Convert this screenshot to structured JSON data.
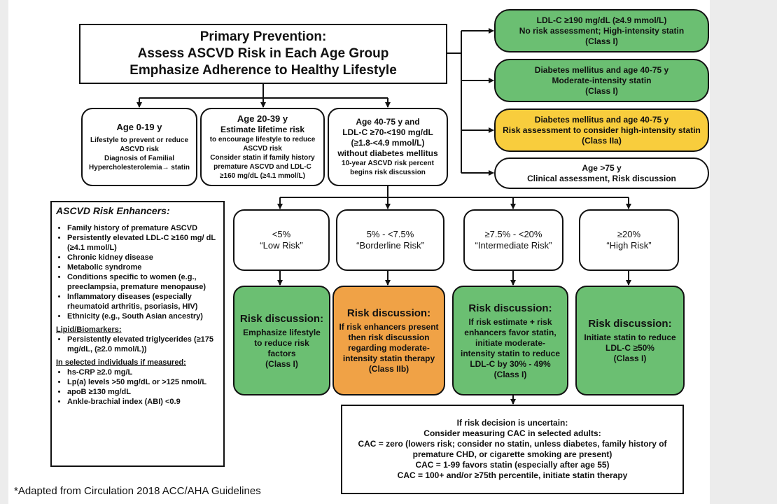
{
  "main": {
    "line1": "Primary Prevention:",
    "line2": "Assess ASCVD Risk in Each Age Group",
    "line3": "Emphasize Adherence to Healthy Lifestyle"
  },
  "right_column": [
    {
      "lines": [
        "LDL-C ≥190 mg/dL (≥4.9 mmol/L)",
        "No risk assessment; High-intensity statin",
        "(Class I)"
      ],
      "color": "#6bbf72"
    },
    {
      "lines": [
        "Diabetes mellitus and age 40-75 y",
        "Moderate-intensity statin",
        "(Class I)"
      ],
      "color": "#6bbf72"
    },
    {
      "lines": [
        "Diabetes mellitus and age 40-75 y",
        "Risk assessment to consider high-intensity statin",
        "(Class IIa)"
      ],
      "color": "#f8cd3d"
    },
    {
      "lines": [
        "Age >75 y",
        "Clinical assessment, Risk discussion"
      ],
      "color": "#ffffff"
    }
  ],
  "age_boxes": {
    "a0": {
      "title": "Age 0-19 y",
      "lines": [
        "Lifestyle to prevent or reduce",
        "ASCVD risk",
        "Diagnosis of Familial",
        "Hypercholesterolemia→ statin"
      ]
    },
    "a20": {
      "title": "Age 20-39 y",
      "subtitle": "Estimate lifetime risk",
      "lines": [
        "to encourage lifestyle to reduce",
        "ASCVD risk",
        "Consider statin if family history",
        "premature ASCVD and LDL-C",
        "≥160 mg/dL (≥4.1 mmol/L)"
      ]
    },
    "a40": {
      "big": [
        "Age 40-75 y and",
        "LDL-C ≥70-<190 mg/dL",
        "(≥1.8-<4.9 mmol/L)",
        "without diabetes mellitus"
      ],
      "lines": [
        "10-year ASCVD risk percent",
        "begins risk discussion"
      ]
    }
  },
  "risk_levels": [
    {
      "range": "<5%",
      "label": "“Low Risk”"
    },
    {
      "range": "5% - <7.5%",
      "label": "“Borderline Risk”"
    },
    {
      "range": "≥7.5% - <20%",
      "label": "“Intermediate Risk”"
    },
    {
      "range": "≥20%",
      "label": "“High Risk”"
    }
  ],
  "discussions": [
    {
      "title": "Risk discussion:",
      "lines": [
        "Emphasize lifestyle",
        "to reduce risk",
        "factors",
        "(Class I)"
      ],
      "color": "#6bbf72"
    },
    {
      "title": "Risk discussion:",
      "lines": [
        "If risk enhancers present",
        "then risk discussion",
        "regarding moderate-",
        "intensity statin therapy",
        "(Class IIb)"
      ],
      "color": "#f0a246"
    },
    {
      "title": "Risk discussion:",
      "lines": [
        "If risk estimate + risk",
        "enhancers favor statin,",
        "initiate moderate-",
        "intensity statin to reduce",
        "LDL-C by 30% - 49%",
        "(Class I)"
      ],
      "color": "#6bbf72"
    },
    {
      "title": "Risk discussion:",
      "lines": [
        "Initiate statin to reduce",
        "LDL-C ≥50%",
        "(Class I)"
      ],
      "color": "#6bbf72"
    }
  ],
  "enhancers": {
    "title": "ASCVD Risk Enhancers:",
    "items": [
      "Family history of premature ASCVD",
      "Persistently elevated LDL-C ≥160 mg/ dL (≥4.1 mmol/L)",
      "Chronic kidney disease",
      "Metabolic syndrome",
      "Conditions specific to women (e.g., preeclampsia, premature menopause)",
      "Inflammatory diseases (especially rheumatoid arthritis, psoriasis, HIV)",
      "Ethnicity (e.g., South Asian ancestry)"
    ],
    "lipid_title": "Lipid/Biomarkers:",
    "lipid_items": [
      "Persistently elevated triglycerides (≥175 mg/dL,  (≥2.0 mmol/L))"
    ],
    "selected_title": "In selected individuals if measured:",
    "selected_items": [
      "hs-CRP ≥2.0 mg/L",
      "Lp(a) levels >50 mg/dL or >125 nmol/L",
      "apoB ≥130 mg/dL",
      "Ankle-brachial index (ABI) <0.9"
    ]
  },
  "cac": {
    "lines": [
      "If risk decision is uncertain:",
      "Consider measuring CAC in selected adults:",
      "CAC = zero (lowers risk; consider no statin, unless diabetes, family history of",
      "premature CHD, or cigarette smoking are present)",
      "CAC = 1-99 favors statin (especially after age 55)",
      "CAC = 100+ and/or ≥75th percentile, initiate statin therapy"
    ]
  },
  "footnote": "*Adapted from Circulation 2018 ACC/AHA Guidelines"
}
